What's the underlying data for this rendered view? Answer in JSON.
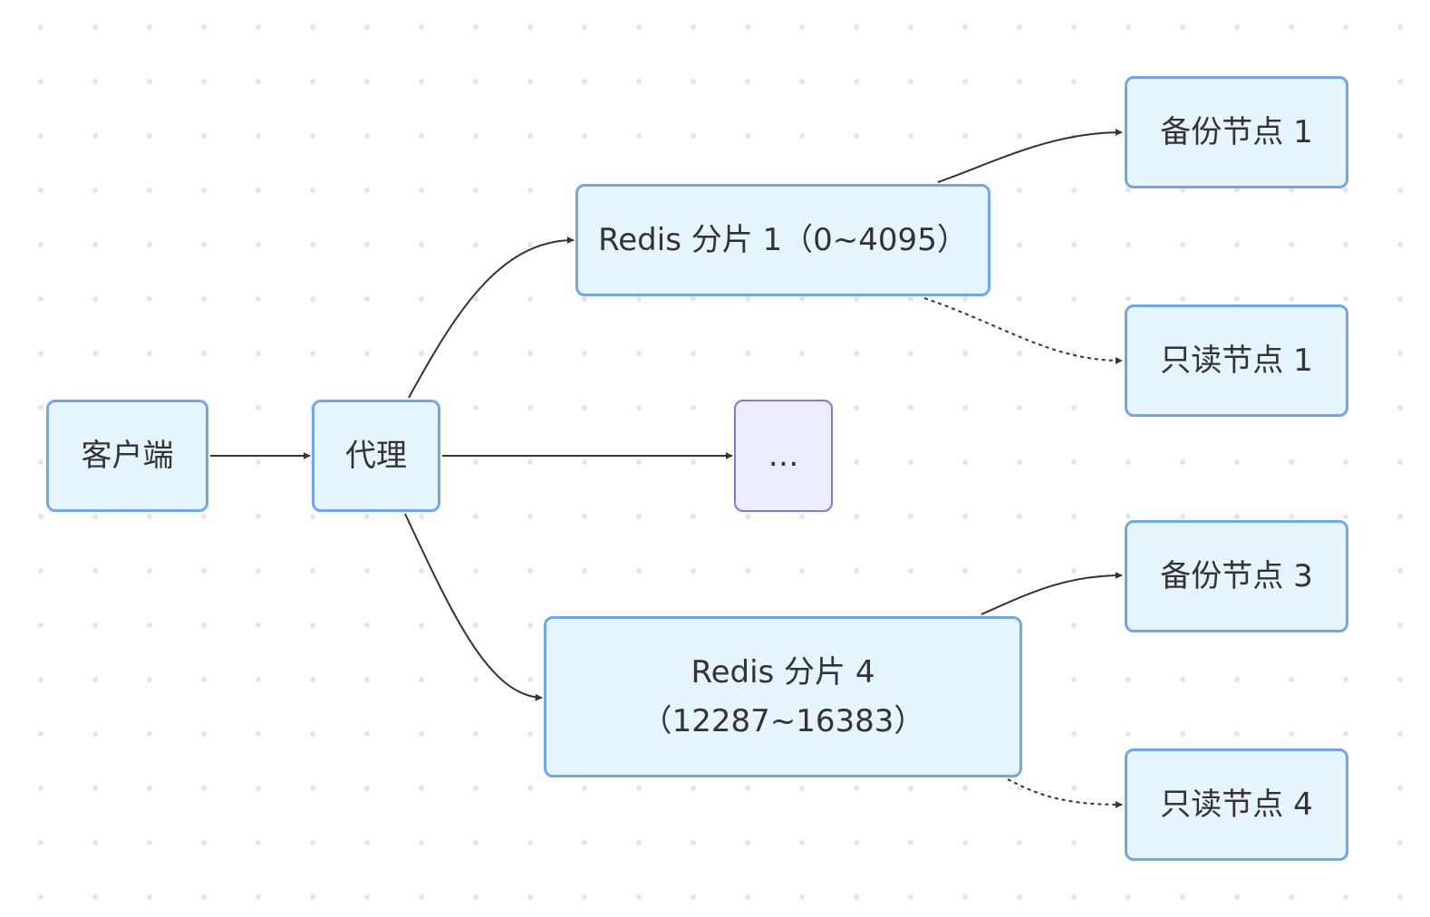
{
  "diagram": {
    "nodes": {
      "client": "客户端",
      "proxy": "代理",
      "shard1": "Redis 分片 1（0~4095）",
      "ellipsis": "…",
      "shard4": "Redis 分片 4\n（12287~16383）",
      "backup1": "备份节点 1",
      "readonly1": "只读节点 1",
      "backup3": "备份节点 3",
      "readonly4": "只读节点 4"
    },
    "edges": [
      {
        "from": "client",
        "to": "proxy",
        "style": "solid"
      },
      {
        "from": "proxy",
        "to": "shard1",
        "style": "solid"
      },
      {
        "from": "proxy",
        "to": "ellipsis",
        "style": "solid"
      },
      {
        "from": "proxy",
        "to": "shard4",
        "style": "solid"
      },
      {
        "from": "shard1",
        "to": "backup1",
        "style": "solid"
      },
      {
        "from": "shard1",
        "to": "readonly1",
        "style": "dotted"
      },
      {
        "from": "shard4",
        "to": "backup3",
        "style": "solid"
      },
      {
        "from": "shard4",
        "to": "readonly4",
        "style": "dotted"
      }
    ],
    "colors": {
      "node_fill": "#e5f4fd",
      "node_border": "#6ea6f4",
      "alt_node_fill": "#ececff",
      "alt_node_border": "#9370db",
      "edge": "#333333",
      "text": "#333333"
    }
  }
}
